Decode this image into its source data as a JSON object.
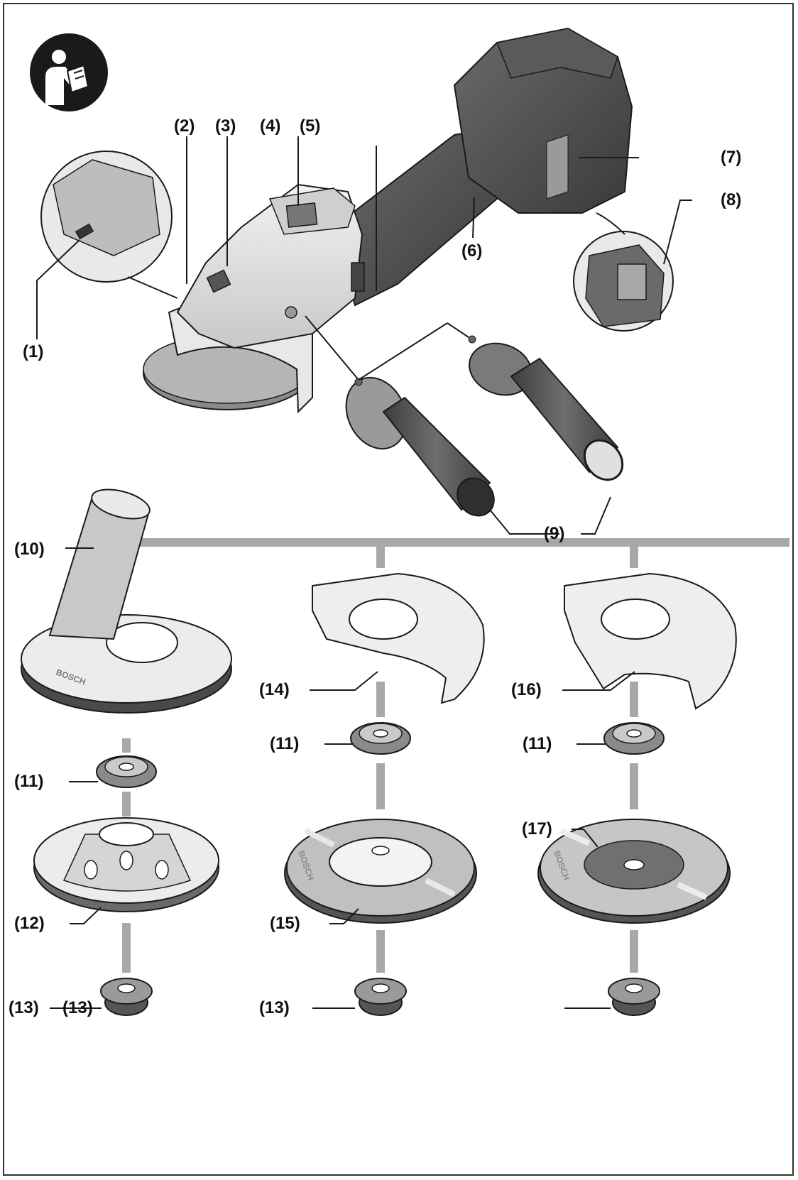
{
  "labels": {
    "l1": "(1)",
    "l2": "(2)",
    "l3": "(3)",
    "l4": "(4)",
    "l5": "(5)",
    "l6": "(6)",
    "l7": "(7)",
    "l8": "(8)",
    "l9": "(9)",
    "l10": "(10)",
    "l11a": "(11)",
    "l11b": "(11)",
    "l11c": "(11)",
    "l12": "(12)",
    "l13a": "(13)",
    "l13b": "(13)",
    "l13c": "(13)",
    "l14": "(14)",
    "l15": "(15)",
    "l16": "(16)",
    "l17": "(17)"
  },
  "brand": "BOSCH",
  "colors": {
    "line": "#1a1a1a",
    "connector": "#a8a8a8",
    "tool_dark": "#4a4a4a",
    "tool_mid": "#8c8c8c",
    "tool_light": "#d9d9d9",
    "disc_light": "#e6e6e6",
    "disc_dark": "#7a7a7a"
  },
  "icons": [
    "read-manual-icon"
  ]
}
